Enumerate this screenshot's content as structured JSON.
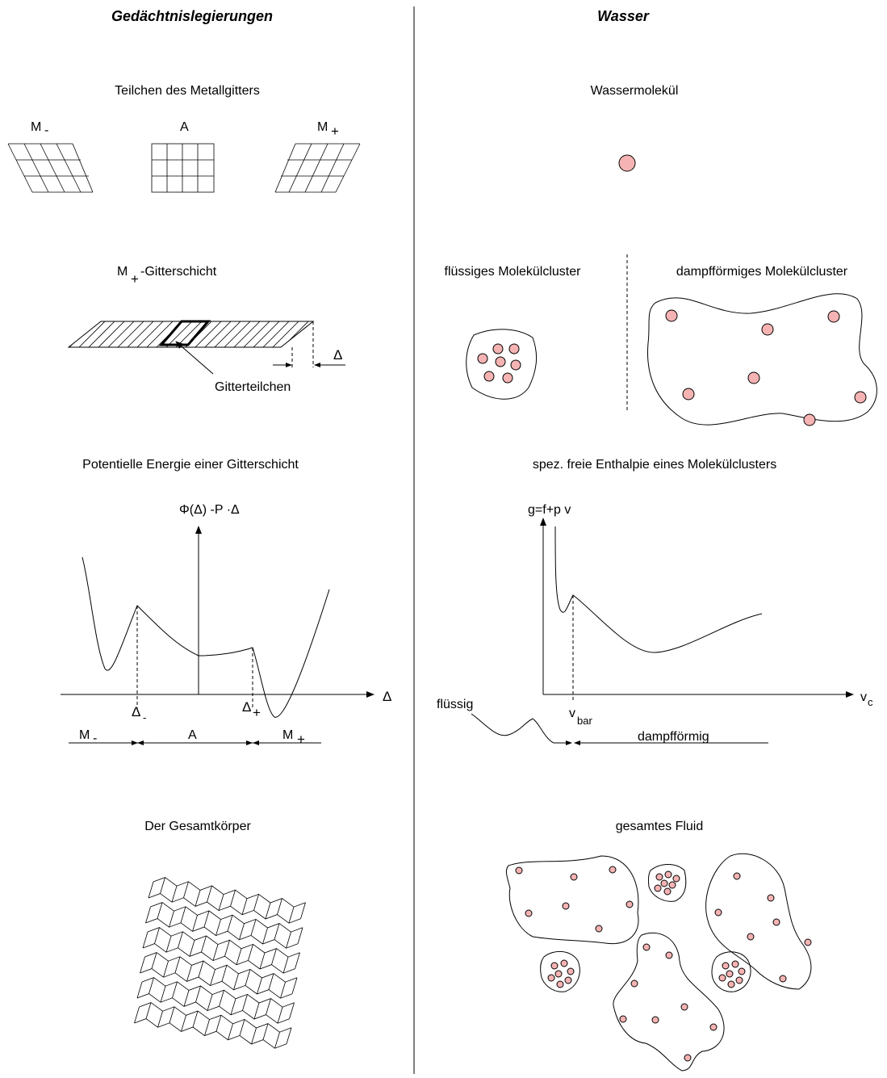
{
  "left": {
    "title": "Gedächtnislegierungen",
    "lattice_caption": "Teilchen des Metallgitters",
    "m_minus": "M",
    "a": "A",
    "m_plus": "M",
    "minus_sign": "-",
    "plus_sign": "+",
    "layer_caption_prefix": "M",
    "layer_caption_suffix": "-Gitterschicht",
    "delta": "Δ",
    "gitterteilchen": "Gitterteilchen",
    "energy_caption": "Potentielle Energie einer Gitterschicht",
    "y_axis_label": "Φ(Δ) -P ·Δ",
    "x_axis_label": "Δ",
    "delta_minus": "Δ",
    "delta_plus": "Δ",
    "region_m_minus": "M",
    "region_a": "A",
    "region_m_plus": "M",
    "body_caption": "Der Gesamtkörper"
  },
  "right": {
    "title": "Wasser",
    "molecule_caption": "Wassermolekül",
    "liquid_cluster_caption": "flüssiges Molekülcluster",
    "vapor_cluster_caption": "dampfförmiges Molekülcluster",
    "enthalpy_caption": "spez. freie Enthalpie eines Molekülclusters",
    "y_axis_label": "g=f+p v",
    "x_axis_label": "v",
    "x_axis_sub": "c",
    "v_bar": "v",
    "v_bar_sub": "bar",
    "region_liquid": "flüssig",
    "region_vapor": "dampfförmig",
    "fluid_caption": "gesamtes Fluid"
  },
  "colors": {
    "molecule_fill": "#f6b3b3",
    "line": "#000000"
  }
}
